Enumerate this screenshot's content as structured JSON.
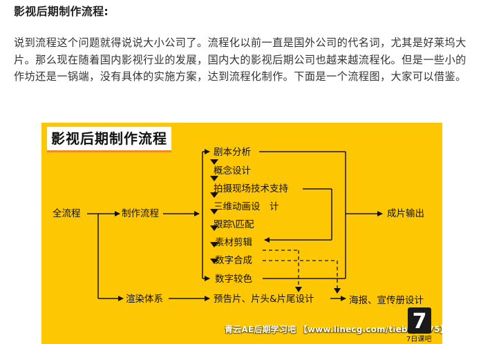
{
  "article": {
    "heading": "影视后期制作流程:",
    "paragraph": "说到流程这个问题就得说说大小公司了。流程化以前一直是国外公司的代名词，尤其是好莱坞大片。那么现在随着国内影视行业的发展，国内大的影视后期公司也越来越流程化。但是一些小的作坊还是一锅端，没有具体的实施方案，达到流程化制作。下面是一个流程图，大家可以借鉴。"
  },
  "figure": {
    "title": "影视后期制作流程",
    "nodes": {
      "all": "全流程",
      "production": "制作流程",
      "render": "渲染体系",
      "output": "成片输出",
      "trailer": "预告片、片头&片尾设计",
      "poster": "海报、宣传册设计"
    },
    "steps": [
      "剧本分析",
      "概念设计",
      "拍摄现场技术支持",
      "三维动画设　计",
      "跟踪\\匹配",
      "素材剪辑",
      "数字合成",
      "数字较色"
    ],
    "watermark": "青云AE后期学习吧 【www.linecg.com/tieba/1775】",
    "logo_glyph": "7",
    "logo_caption": "7日课吧",
    "colors": {
      "background": "#fdc803",
      "title_box": "#ffffff",
      "title_underline": "#f28a1c",
      "lines": "#111111"
    }
  }
}
